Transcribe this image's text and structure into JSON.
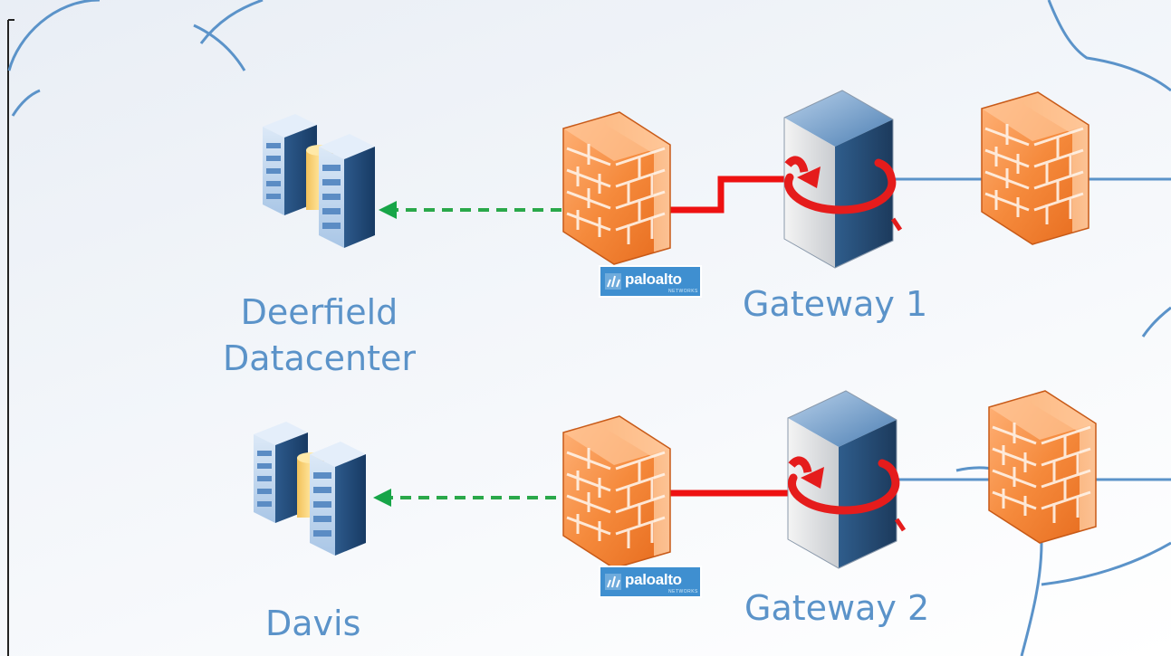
{
  "sites": [
    {
      "name": "Deerfield\nDatacenter"
    },
    {
      "name": "Davis"
    }
  ],
  "gateways": [
    {
      "label": "Gateway 1"
    },
    {
      "label": "Gateway 2"
    }
  ],
  "vendor_logo": {
    "text": "paloalto",
    "subtext": "NETWORKS"
  },
  "colors": {
    "label": "#5b93c9",
    "dashed_link": "#2aa84a",
    "gateway_link": "#ee1111",
    "cloud_outline": "#5b93c9",
    "firewall": "#f28a3a",
    "logo_bg": "#3f8fd0"
  },
  "icons": [
    "server-cluster-icon",
    "firewall-icon",
    "gateway-router-icon",
    "paloalto-logo"
  ]
}
